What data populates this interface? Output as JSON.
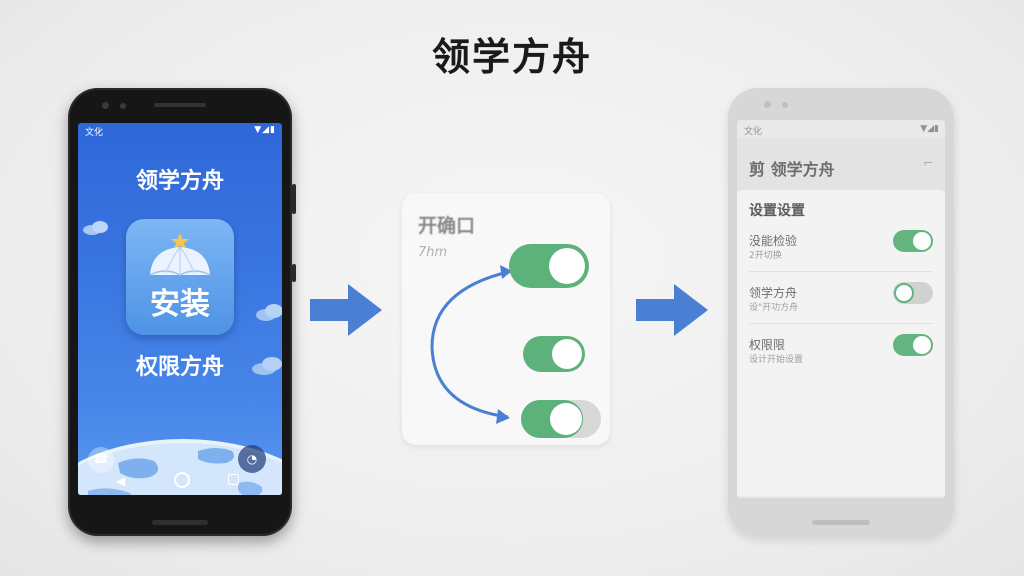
{
  "title": "领学方舟",
  "left_phone": {
    "status_time": "文化",
    "status_icons": "▼◢▮",
    "app_name_top": "领学方舟",
    "icon_label": "安装",
    "app_name_bottom": "权限方舟",
    "nav": {
      "back": "◀",
      "home": "",
      "recent": ""
    }
  },
  "middle_card": {
    "title": "开确口",
    "subtitle": "7hm",
    "toggles": [
      {
        "state": "on"
      },
      {
        "state": "on"
      },
      {
        "state": "on"
      }
    ]
  },
  "right_phone": {
    "status_time": "文化",
    "status_icons": "▼◢▮",
    "appbar_title": "剪 领学方舟",
    "panel_title": "设置设置",
    "rows": [
      {
        "label": "没能检验",
        "sub": "2开切换",
        "state": "on"
      },
      {
        "label": "领学方舟",
        "sub": "设\"开功方舟",
        "state": "off"
      },
      {
        "label": "权限限",
        "sub": "设计开始设置",
        "state": "on"
      }
    ]
  },
  "colors": {
    "accent_blue": "#2f67d8",
    "arrow_blue": "#4a7fd4",
    "toggle_green": "#5cb27a",
    "toggle_off": "#d0d0d0"
  }
}
